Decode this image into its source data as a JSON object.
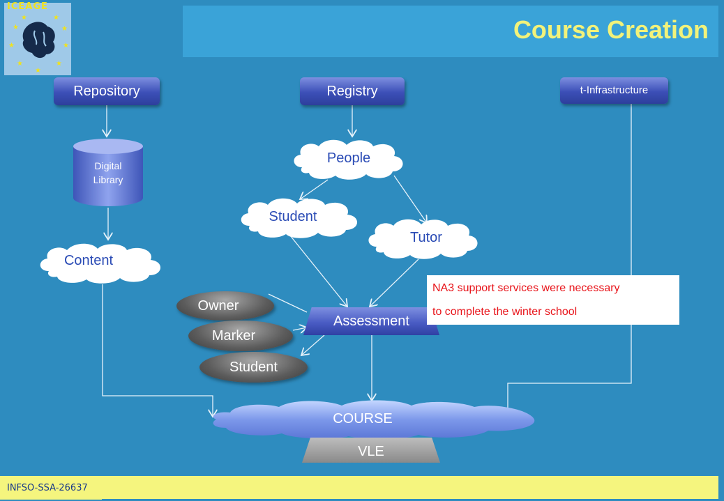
{
  "slide": {
    "title": "Course Creation",
    "logo_text": "ICEAGE",
    "footer": "INFSO-SSA-26637"
  },
  "nodes": {
    "repository": "Repository",
    "registry": "Registry",
    "infrastructure": "t-Infrastructure",
    "digital_library_line1": "Digital",
    "digital_library_line2": "Library",
    "people": "People",
    "student_cloud": "Student",
    "tutor": "Tutor",
    "content": "Content",
    "owner": "Owner",
    "marker": "Marker",
    "student_oval": "Student",
    "assessment": "Assessment",
    "course": "COURSE",
    "vle": "VLE"
  },
  "note": {
    "line1": "NA3 support services were necessary",
    "line2": "to complete the winter school"
  },
  "colors": {
    "background": "#2e8cbf",
    "title_text": "#f2f27a",
    "footer_band": "#f5f57e",
    "note_text": "#e8141a"
  }
}
